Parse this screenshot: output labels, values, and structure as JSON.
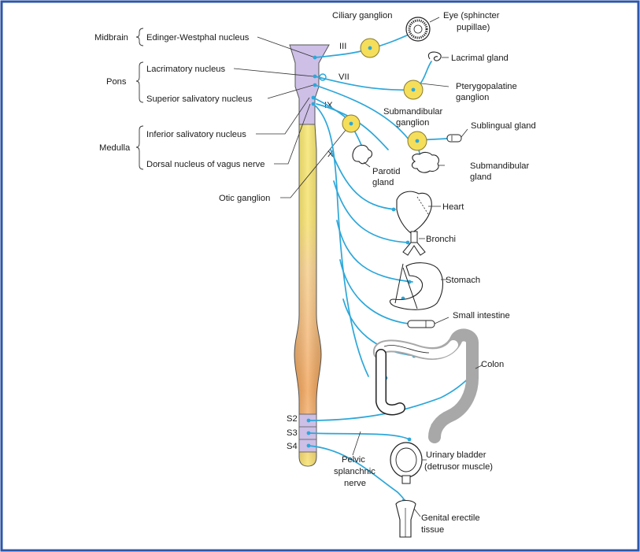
{
  "brainstem_labels": {
    "midbrain": "Midbrain",
    "pons": "Pons",
    "medulla": "Medulla"
  },
  "nuclei": {
    "edinger_westphal": "Edinger-Westphal nucleus",
    "lacrimatory": "Lacrimatory nucleus",
    "superior_salivatory": "Superior salivatory nucleus",
    "inferior_salivatory": "Inferior salivatory nucleus",
    "dorsal_vagus": "Dorsal nucleus of vagus nerve"
  },
  "otic_ganglion": "Otic ganglion",
  "cranial_nerves": {
    "iii": "III",
    "vii": "VII",
    "ix": "IX",
    "x": "X"
  },
  "sacral": {
    "s2": "S2",
    "s3": "S3",
    "s4": "S4"
  },
  "ganglia": {
    "ciliary": "Ciliary ganglion",
    "pterygopalatine_1": "Pterygopalatine",
    "pterygopalatine_2": "ganglion",
    "submandibular_1": "Submandibular",
    "submandibular_2": "ganglion"
  },
  "targets": {
    "eye_1": "Eye (sphincter",
    "eye_2": "pupillae)",
    "lacrimal": "Lacrimal gland",
    "sublingual": "Sublingual gland",
    "submandibular_gland_1": "Submandibular",
    "submandibular_gland_2": "gland",
    "parotid_1": "Parotid",
    "parotid_2": "gland",
    "heart": "Heart",
    "bronchi": "Bronchi",
    "stomach": "Stomach",
    "small_intestine": "Small intestine",
    "colon": "Colon",
    "bladder_1": "Urinary bladder",
    "bladder_2": "(detrusor muscle)",
    "genital_1": "Genital erectile",
    "genital_2": "tissue"
  },
  "pelvic": {
    "line1": "Pelvic",
    "line2": "splanchnic",
    "line3": "nerve"
  },
  "colors": {
    "frame": "#2e56a8",
    "nerve": "#2ca7d9",
    "brainstem": "#cdbfe6",
    "cord_yellow": "#f6e36a",
    "cord_orange": "#f2b36b",
    "ganglion": "#f5de5a",
    "colon_grey": "#a8a8a8"
  }
}
